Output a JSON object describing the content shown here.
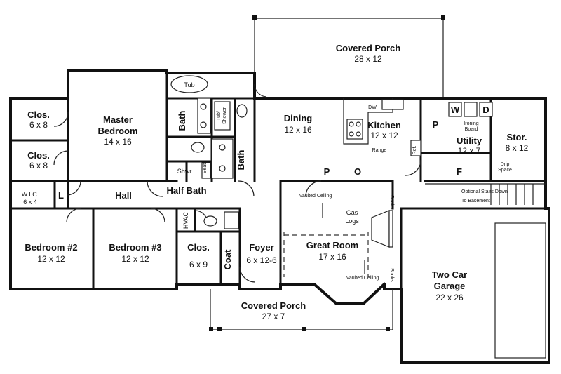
{
  "rooms": {
    "covered_porch_rear": {
      "name": "Covered Porch",
      "dim": "28 x 12"
    },
    "master_bedroom": {
      "name_line1": "Master",
      "name_line2": "Bedroom",
      "dim": "14 x 16"
    },
    "closet_upper": {
      "name": "Clos.",
      "dim": "6 x 8"
    },
    "closet_lower": {
      "name": "Clos.",
      "dim": "6 x 8"
    },
    "master_bath": {
      "name": "Bath"
    },
    "tub": {
      "name": "Tub"
    },
    "tub_shower_line1": "Tub/",
    "tub_shower_line2": "Shower",
    "bath_2": {
      "name": "Bath"
    },
    "shower": {
      "name": "Shwr"
    },
    "seat": "Seat",
    "dining": {
      "name": "Dining",
      "dim": "12 x 16"
    },
    "kitchen": {
      "name": "Kitchen",
      "dim": "12 x 12"
    },
    "utility": {
      "name": "Utility",
      "dim": "12 x 7"
    },
    "storage": {
      "name": "Stor.",
      "dim": "8 x 12"
    },
    "wic": {
      "name": "W.I.C.",
      "dim": "6 x 4"
    },
    "linen": {
      "name": "L"
    },
    "hall": {
      "name": "Hall"
    },
    "half_bath": {
      "name": "Half Bath"
    },
    "hvac": {
      "name": "HVAC"
    },
    "bedroom_2": {
      "name": "Bedroom #2",
      "dim": "12 x 12"
    },
    "bedroom_3": {
      "name": "Bedroom #3",
      "dim": "12 x 12"
    },
    "closet_hall": {
      "name": "Clos.",
      "dim": "6 x 9"
    },
    "coat": {
      "name": "Coat"
    },
    "foyer": {
      "name": "Foyer",
      "dim": "6 x 12-6"
    },
    "great_room": {
      "name": "Great Room",
      "dim": "17 x 16"
    },
    "garage": {
      "name_line1": "Two Car",
      "name_line2": "Garage",
      "dim": "22 x 26"
    },
    "covered_porch_front": {
      "name": "Covered Porch",
      "dim": "27 x 7"
    }
  },
  "labels": {
    "dw": "DW",
    "range": "Range",
    "ref": "Ref.",
    "pantry": "P",
    "washer": "W",
    "dryer": "D",
    "ironing_line1": "Ironing",
    "ironing_line2": "Board",
    "drip_line1": "Drip",
    "drip_line2": "Space",
    "furnace": "F",
    "dining_p": "P",
    "dining_o": "O",
    "stairs_line1": "Optional Stairs Down",
    "stairs_line2": "To Basement",
    "vaulted_top": "Vaulted Ceiling",
    "vaulted_bottom": "Vaulted Ceiling",
    "gas_line1": "Gas",
    "gas_line2": "Logs",
    "books_top": "Books",
    "books_bottom": "Books"
  }
}
